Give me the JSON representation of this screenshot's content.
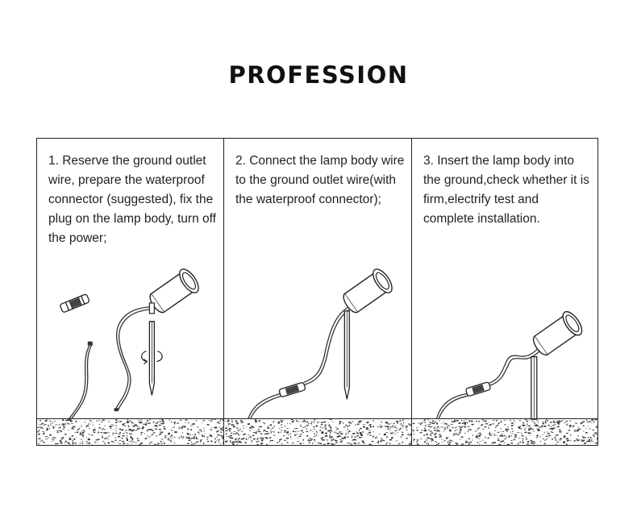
{
  "title": "PROFESSION",
  "steps": [
    {
      "text": "1. Reserve the ground outlet wire, prepare the waterproof connector (suggested), fix the plug on the lamp body, turn off the power;"
    },
    {
      "text": "2. Connect the lamp body wire to the ground outlet wire(with the waterproof connector);"
    },
    {
      "text": "3. Insert the lamp body into the ground,check whether it is firm,electrify test and complete installation."
    }
  ],
  "icons": [
    "spike-lamp-icon",
    "waterproof-connector-icon",
    "ground-soil",
    "rotate-arrow-icon"
  ]
}
